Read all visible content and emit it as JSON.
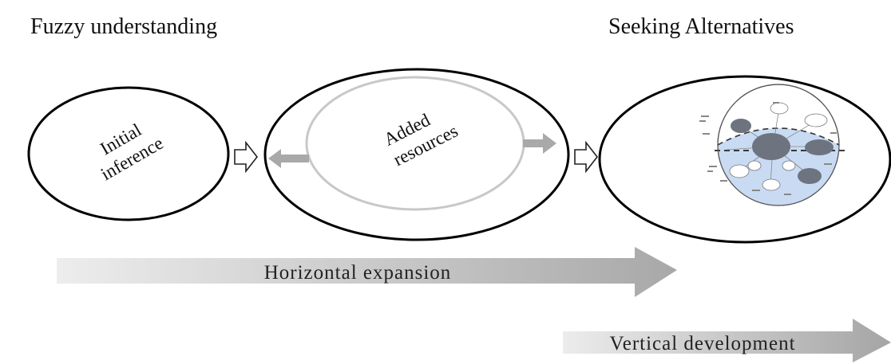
{
  "headings": {
    "left": "Fuzzy understanding",
    "right": "Seeking Alternatives"
  },
  "stages": {
    "initial": {
      "line1": "Initial",
      "line2": "inference"
    },
    "added": {
      "line1": "Added",
      "line2": "resources"
    }
  },
  "arrows": {
    "horizontal": "Horizontal expansion",
    "vertical": "Vertical development"
  },
  "colors": {
    "outline": "#000000",
    "inner_ring": "#c8c8c8",
    "grey_arrow": "#a9a9a9",
    "band_light": "#ececec",
    "band_dark": "#a8a8a8",
    "sphere_fill": "#c9daf3",
    "node_dark": "#6d7480"
  }
}
